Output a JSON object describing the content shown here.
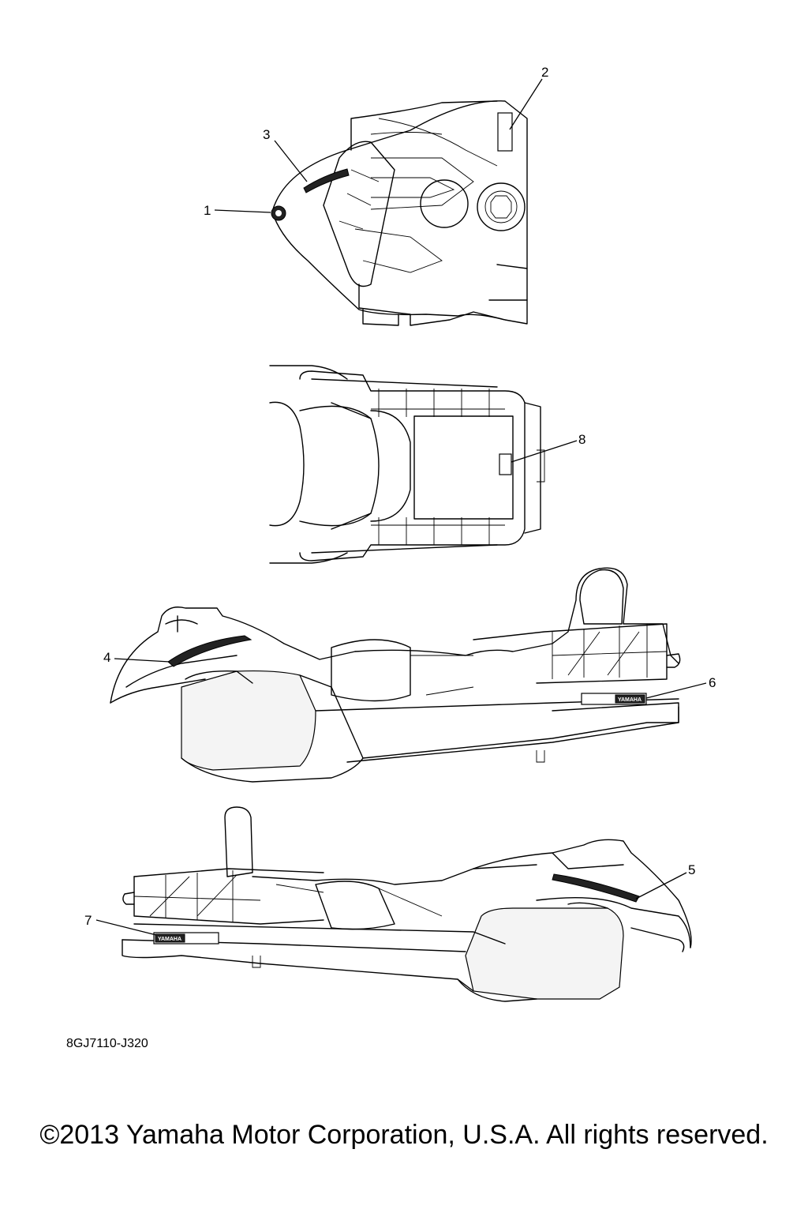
{
  "callouts": {
    "c1": "1",
    "c2": "2",
    "c3": "3",
    "c4": "4",
    "c5": "5",
    "c6": "6",
    "c7": "7",
    "c8": "8"
  },
  "decals": {
    "brand": "YAMAHA"
  },
  "part_number": "8GJ7110-J320",
  "copyright": "©2013 Yamaha Motor Corporation, U.S.A. All rights reserved."
}
